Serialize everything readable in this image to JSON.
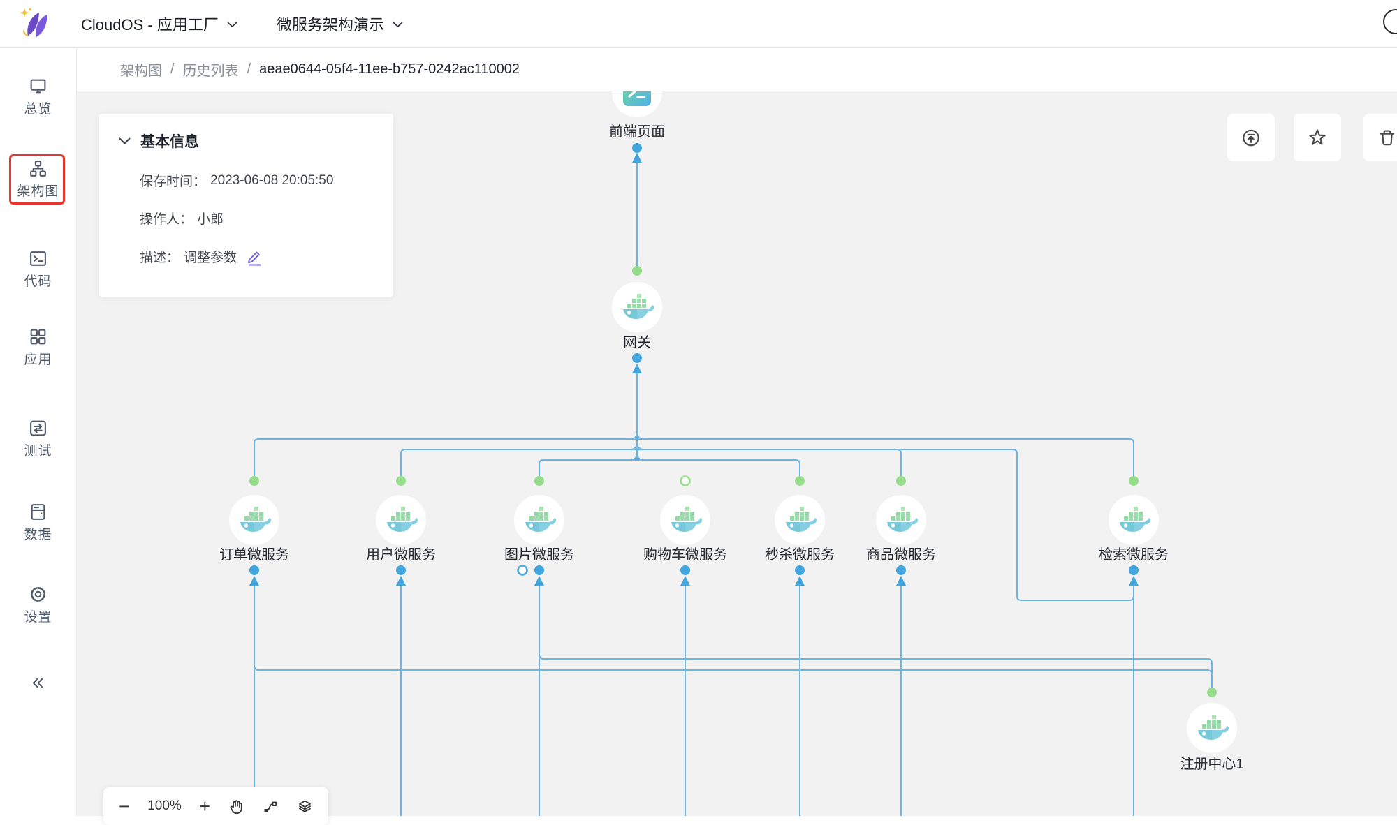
{
  "header": {
    "app_title": "CloudOS - 应用工厂",
    "project_title": "微服务架构演示"
  },
  "breadcrumb": {
    "separator": "/",
    "items": [
      "架构图",
      "历史列表",
      "aeae0644-05f4-11ee-b757-0242ac110002"
    ]
  },
  "sidebar": {
    "items": [
      {
        "label": "总览",
        "icon": "monitor-icon",
        "active": false
      },
      {
        "label": "架构图",
        "icon": "sitemap-icon",
        "active": true
      },
      {
        "label": "代码",
        "icon": "terminal-icon",
        "active": false
      },
      {
        "label": "应用",
        "icon": "grid-icon",
        "active": false
      },
      {
        "label": "测试",
        "icon": "swap-icon",
        "active": false
      },
      {
        "label": "数据",
        "icon": "database-icon",
        "active": false
      },
      {
        "label": "设置",
        "icon": "gear-icon",
        "active": false
      }
    ]
  },
  "info_panel": {
    "title": "基本信息",
    "rows": [
      {
        "label": "保存时间：",
        "value": "2023-06-08 20:05:50"
      },
      {
        "label": "操作人：",
        "value": "小郎"
      },
      {
        "label": "描述：",
        "value": "调整参数"
      }
    ]
  },
  "zoom_toolbar": {
    "zoom_out": "−",
    "zoom_level": "100%",
    "zoom_in": "+"
  },
  "diagram": {
    "nodes": [
      {
        "id": "frontend",
        "label": "前端页面",
        "icon": "terminal-app-icon"
      },
      {
        "id": "gateway",
        "label": "网关",
        "icon": "docker-icon"
      },
      {
        "id": "order",
        "label": "订单微服务",
        "icon": "docker-icon"
      },
      {
        "id": "user",
        "label": "用户微服务",
        "icon": "docker-icon"
      },
      {
        "id": "image",
        "label": "图片微服务",
        "icon": "docker-icon"
      },
      {
        "id": "cart",
        "label": "购物车微服务",
        "icon": "docker-icon"
      },
      {
        "id": "seckill",
        "label": "秒杀微服务",
        "icon": "docker-icon"
      },
      {
        "id": "product",
        "label": "商品微服务",
        "icon": "docker-icon"
      },
      {
        "id": "search",
        "label": "检索微服务",
        "icon": "docker-icon"
      },
      {
        "id": "registry",
        "label": "注册中心1",
        "icon": "docker-icon"
      }
    ],
    "edges": [
      {
        "from": "网关",
        "to": "前端页面"
      },
      {
        "from": "订单微服务",
        "to": "网关"
      },
      {
        "from": "用户微服务",
        "to": "网关"
      },
      {
        "from": "图片微服务",
        "to": "网关"
      },
      {
        "from": "秒杀微服务",
        "to": "网关"
      },
      {
        "from": "商品微服务",
        "to": "网关"
      },
      {
        "from": "检索微服务",
        "to": "网关"
      },
      {
        "from": "注册中心1",
        "to": "检索微服务"
      },
      {
        "from": "注册中心1",
        "to": "订单微服务"
      },
      {
        "from": "注册中心1",
        "to": "用户微服务"
      },
      {
        "from": "注册中心1",
        "to": "图片微服务"
      },
      {
        "from": "注册中心1",
        "to": "购物车微服务"
      },
      {
        "from": "注册中心1",
        "to": "秒杀微服务"
      },
      {
        "from": "注册中心1",
        "to": "商品微服务"
      }
    ]
  },
  "colors": {
    "edge": "#6cb4e3",
    "port_source_green": "#97de8c",
    "port_target_blue": "#42a5de",
    "highlight_red": "#e7372c",
    "edit_purple": "#6e5ce6",
    "canvas_bg": "#f1f2f1"
  }
}
